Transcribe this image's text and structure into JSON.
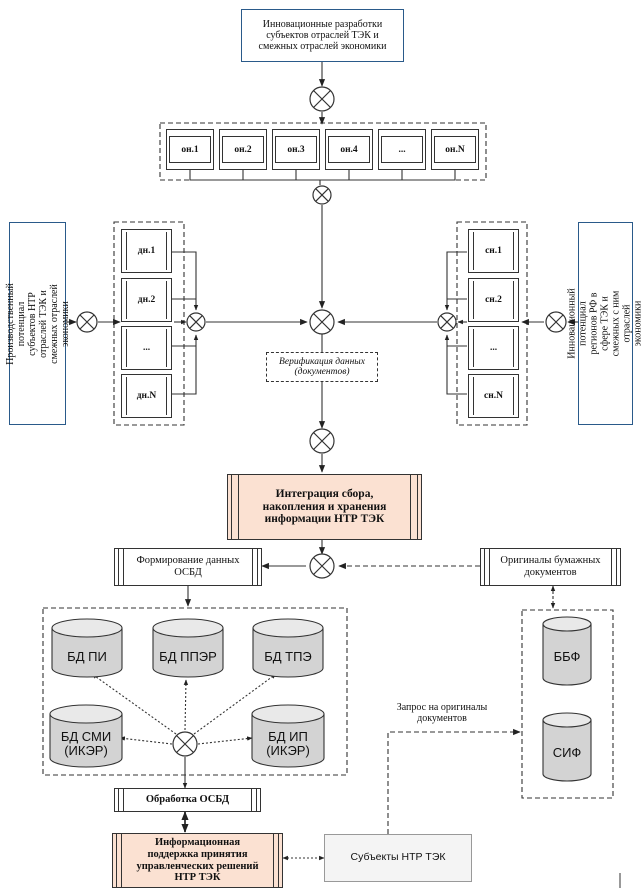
{
  "top_box": "Инновационные разработки субъектов отраслей ТЭК и смежных отраслей экономики",
  "on_items": [
    "он.1",
    "он.2",
    "он.3",
    "он.4",
    "...",
    "он.N"
  ],
  "dn_items": [
    "дн.1",
    "дн.2",
    "...",
    "дн.N"
  ],
  "sn_items": [
    "сн.1",
    "сн.2",
    "...",
    "сн.N"
  ],
  "left_box": "Производственный потенциал субъектов НТР отраслей ТЭК и смежных отраслей экономики",
  "right_box": "Инновационный потенциал регионов РФ в сфере ТЭК и смежных с ним отраслей экономики",
  "verification": "Верификация данных (документов)",
  "integration": "Интеграция сбора, накопления и хранения информации НТР ТЭК",
  "osbd_form": "Формирование данных ОСБД",
  "originals": "Оригиналы бумажных документов",
  "db": {
    "pi": "БД ПИ",
    "ppe": "БД ППЭР",
    "tpe": "БД ТПЭ",
    "smi": "БД СМИ (ИКЭР)",
    "ip": "БД ИП (ИКЭР)",
    "bbf": "ББФ",
    "sif": "СИФ"
  },
  "request": "Запрос на оригиналы документов",
  "processing": "Обработка ОСБД",
  "info_support": "Информационная поддержка принятия управленческих решений НТР ТЭК",
  "subjects": "Субъекты НТР ТЭК"
}
